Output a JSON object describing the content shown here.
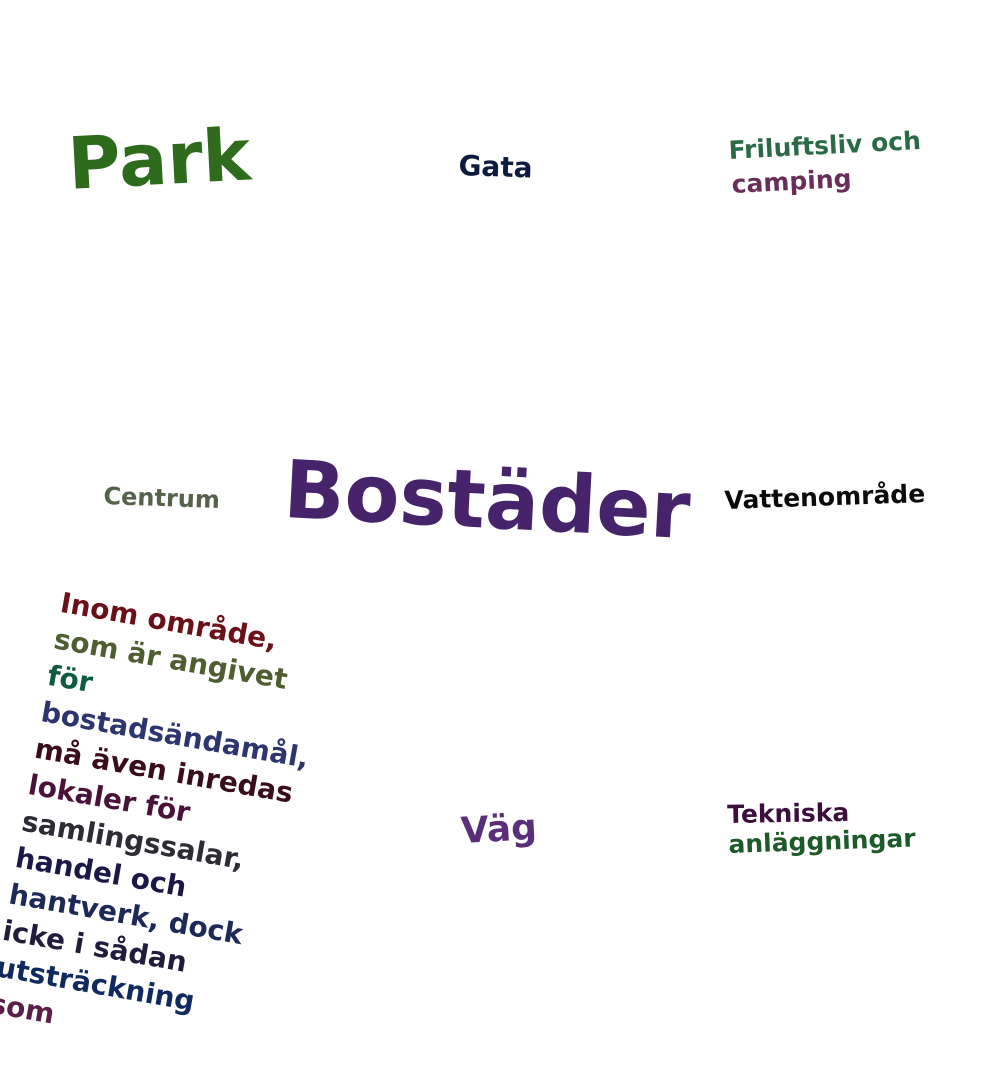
{
  "words": [
    {
      "id": "park",
      "text": "Park",
      "color": "#2e6b1c"
    },
    {
      "id": "gata",
      "text": "Gata",
      "color": "#0d1b3f"
    },
    {
      "id": "friluftsliv_line1",
      "text": "Friluftsliv och",
      "color": "#2b6a46"
    },
    {
      "id": "friluftsliv_line2",
      "text": "camping",
      "color": "#6a2d5a"
    },
    {
      "id": "centrum",
      "text": "Centrum",
      "color": "#556148"
    },
    {
      "id": "bostader",
      "text": "Bostäder",
      "color": "#46236a"
    },
    {
      "id": "vattenomrade",
      "text": "Vattenområde",
      "color": "#0b0b0b"
    },
    {
      "id": "vag",
      "text": "Väg",
      "color": "#5a2e78"
    },
    {
      "id": "tekniska_line1",
      "text": "Tekniska",
      "color": "#3b0e3d"
    },
    {
      "id": "tekniska_line2",
      "text": "anläggningar",
      "color": "#1c5a2a"
    }
  ],
  "note_lines": [
    {
      "text": "Inom område,",
      "color": "#6b1018"
    },
    {
      "text": "som är angivet",
      "color": "#4f5e30"
    },
    {
      "text": "för",
      "color": "#0f5a42"
    },
    {
      "text": "bostadsändamål,",
      "color": "#2d356e"
    },
    {
      "text": "må även inredas",
      "color": "#3a0d1a"
    },
    {
      "text": "lokaler för",
      "color": "#4a1238"
    },
    {
      "text": "samlingssalar,",
      "color": "#2c2c35"
    },
    {
      "text": "handel och",
      "color": "#1b1849"
    },
    {
      "text": "hantverk, dock",
      "color": "#1d2a58"
    },
    {
      "text": "icke i sådan",
      "color": "#201c3c"
    },
    {
      "text": "utsträckning",
      "color": "#0e2a5e"
    },
    {
      "text": "som",
      "color": "#5a1e4a"
    }
  ]
}
